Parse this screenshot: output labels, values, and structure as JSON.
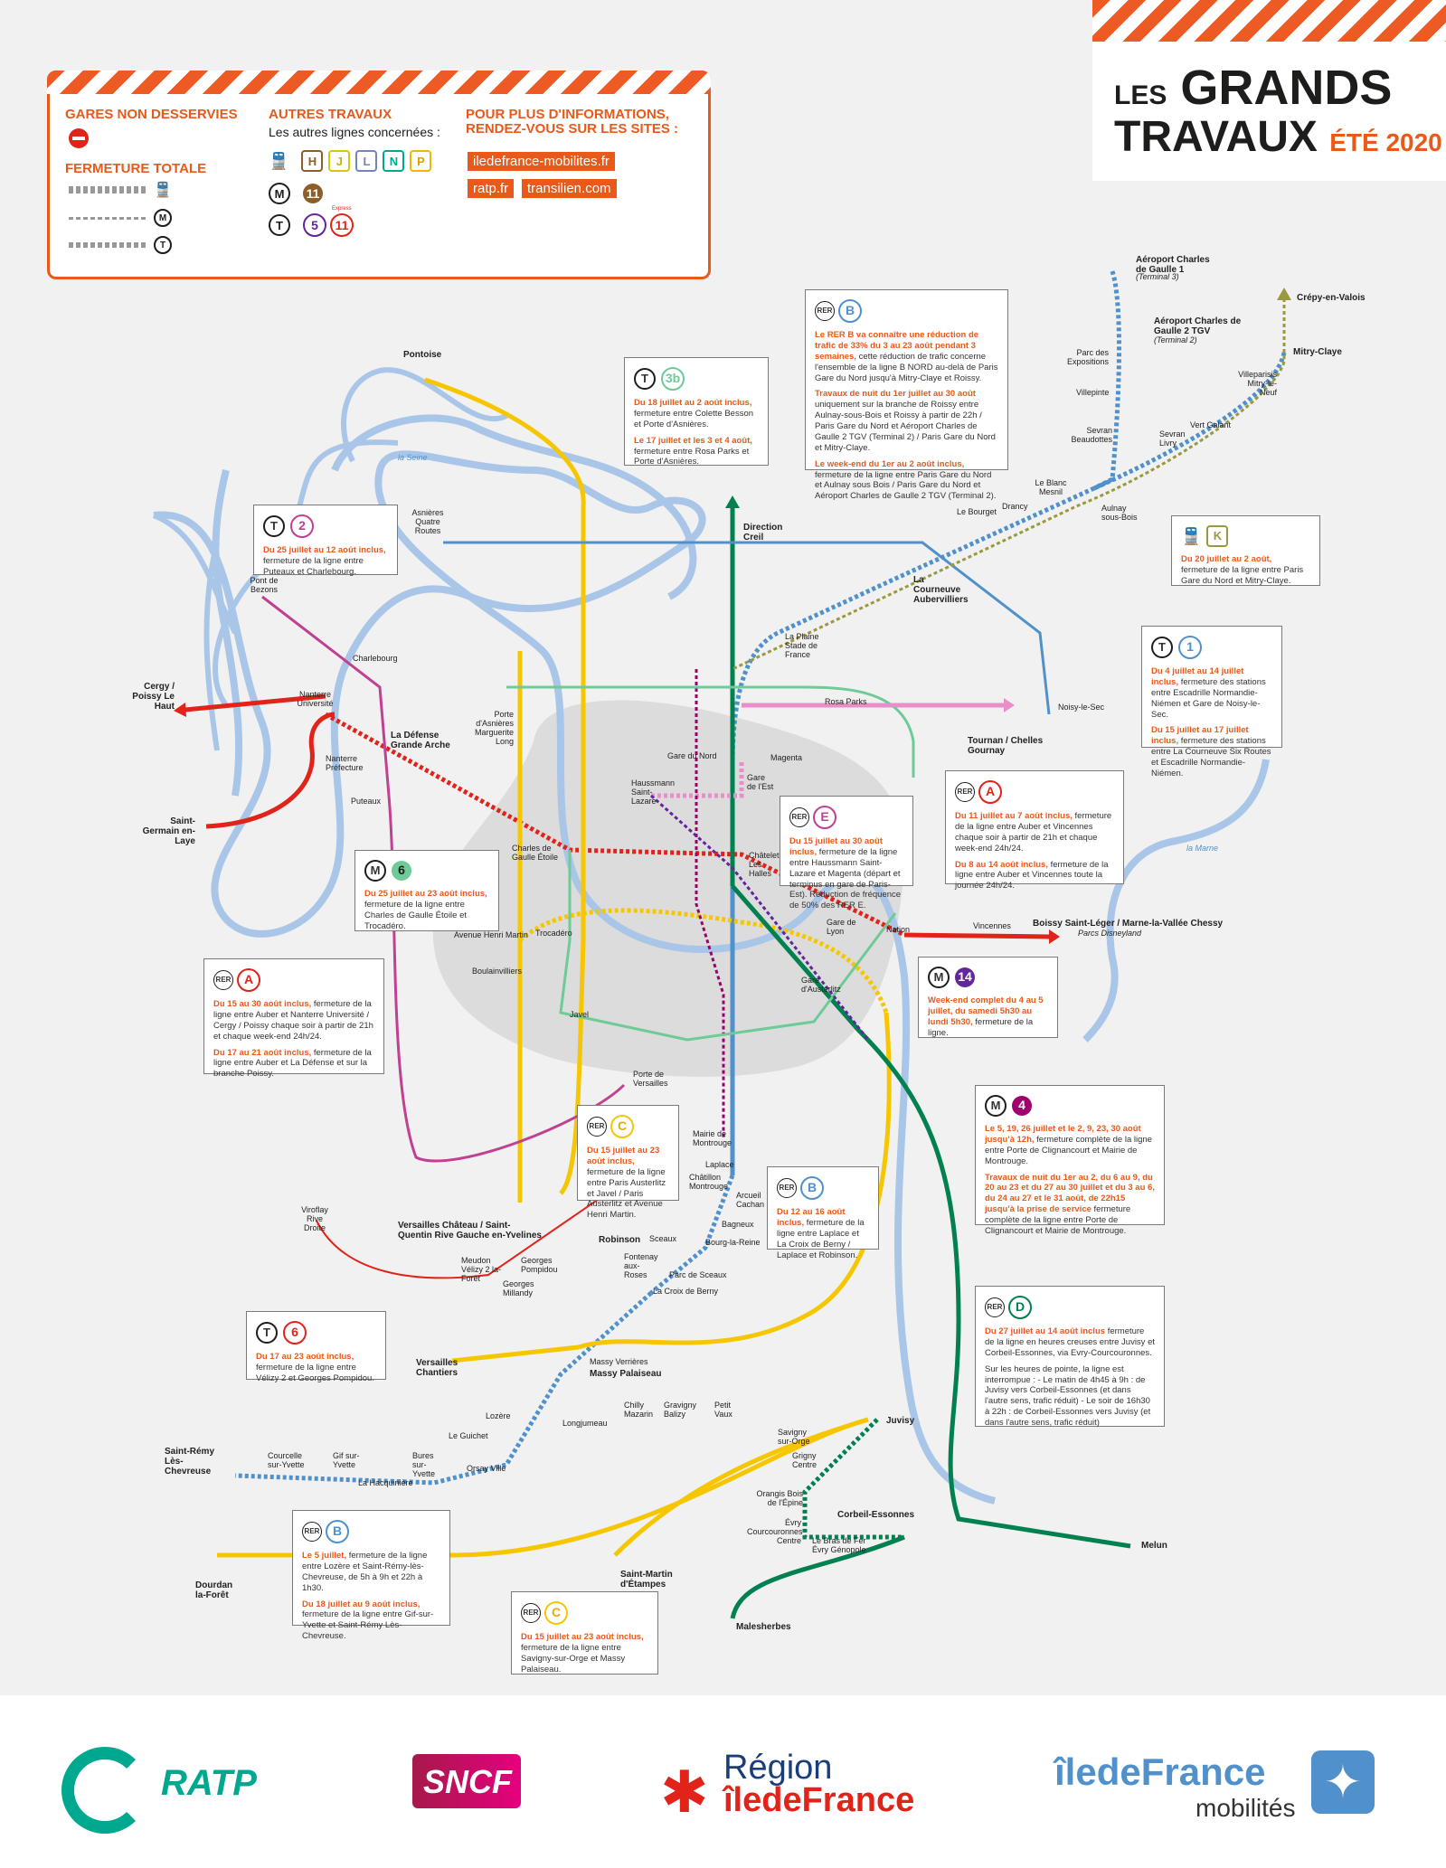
{
  "title": {
    "line1a": "LES",
    "line1b": "GRANDS",
    "line2a": "TRAVAUX",
    "line2b": "ÉTÉ 2020"
  },
  "legend": {
    "gares_non_desservies": "GARES NON DESSERVIES",
    "fermeture_totale": "FERMETURE TOTALE",
    "autres_travaux": "AUTRES TRAVAUX",
    "autres_lignes": "Les autres lignes concernées :",
    "train_lines": [
      "H",
      "J",
      "L",
      "N",
      "P"
    ],
    "metro_lines": [
      "11"
    ],
    "tram_lines": [
      "5",
      "11"
    ],
    "tram_express": "Express",
    "plus_info_1": "POUR PLUS D'INFORMATIONS,",
    "plus_info_2": "RENDEZ-VOUS SUR LES SITES :",
    "sites": [
      "iledefrance-mobilites.fr",
      "ratp.fr",
      "transilien.com"
    ],
    "m_label": "M",
    "t_label": "T"
  },
  "boxes": {
    "t3b": {
      "line": "3b",
      "p1o": "Du 18 juillet au 2 août inclus,",
      "p1": "fermeture entre Colette Besson et Porte d'Asnières.",
      "p2o": "Le 17 juillet et les 3 et 4 août,",
      "p2": "fermeture entre Rosa Parks et Porte d'Asnières."
    },
    "rerb_n": {
      "line": "B",
      "p1o": "Le RER B va connaître une réduction de trafic de 33% du 3 au 23 août pendant 3 semaines,",
      "p1": "cette réduction de trafic concerne l'ensemble de la ligne B NORD au-delà de Paris Gare du Nord jusqu'à Mitry-Claye et Roissy.",
      "p2o": "Travaux de nuit du 1er juillet au 30 août",
      "p2": "uniquement sur la branche de Roissy entre Aulnay-sous-Bois et Roissy à partir de 22h / Paris Gare du Nord et Aéroport Charles de Gaulle 2 TGV (Terminal 2) / Paris Gare du Nord et Mitry-Claye.",
      "p3o": "Le week-end du 1er au 2 août inclus,",
      "p3": "fermeture de la ligne entre Paris Gare du Nord et Aulnay sous Bois / Paris Gare du Nord et Aéroport Charles de Gaulle 2 TGV (Terminal 2)."
    },
    "t2": {
      "line": "2",
      "p1o": "Du 25 juillet au 12 août inclus,",
      "p1": "fermeture de la ligne entre Puteaux et Charlebourg."
    },
    "k": {
      "line": "K",
      "p1o": "Du 20 juillet au 2 août,",
      "p1": "fermeture de la ligne entre Paris Gare du Nord et Mitry-Claye."
    },
    "t1": {
      "line": "1",
      "p1o": "Du 4 juillet au 14 juillet inclus,",
      "p1": "fermeture des stations entre Escadrille Normandie-Niémen et Gare de Noisy-le-Sec.",
      "p2o": "Du 15 juillet au 17 juillet inclus,",
      "p2": "fermeture des stations entre La Courneuve Six Routes et Escadrille Normandie-Niémen."
    },
    "rera_e": {
      "line": "A",
      "p1o": "Du 11 juillet au 7 août inclus,",
      "p1": "fermeture de la ligne entre Auber et Vincennes chaque soir à partir de 21h et chaque week-end 24h/24.",
      "p2o": "Du 8 au 14 août inclus,",
      "p2": "fermeture de la ligne entre Auber et Vincennes toute la journée 24h/24."
    },
    "rere": {
      "line": "E",
      "p1o": "Du 15 juillet au 30 août inclus,",
      "p1": "fermeture de la ligne entre Haussmann Saint-Lazare et Magenta (départ et terminus en gare de Paris-Est). Réduction de fréquence de 50% des RER E."
    },
    "m6": {
      "line": "6",
      "p1o": "Du 25 juillet au 23 août inclus,",
      "p1": "fermeture de la ligne entre Charles de Gaulle Étoile et Trocadéro."
    },
    "rera_w": {
      "line": "A",
      "p1o": "Du 15 au 30 août inclus,",
      "p1": "fermeture de la ligne entre Auber et Nanterre Université / Cergy / Poissy chaque soir à partir de 21h et chaque week-end 24h/24.",
      "p2o": "Du 17 au 21 août inclus,",
      "p2": "fermeture de la ligne entre Auber et La Défense et sur la branche Poissy."
    },
    "m14": {
      "line": "14",
      "p1o": "Week-end complet du 4 au 5 juillet, du samedi 5h30 au lundi 5h30,",
      "p1": "fermeture de la ligne."
    },
    "m4": {
      "line": "4",
      "p1o": "Le 5, 19, 26 juillet et le 2, 9, 23, 30 août jusqu'à 12h,",
      "p1": "fermeture complète de la ligne entre Porte de Clignancourt et Mairie de Montrouge.",
      "p2o": "Travaux de nuit du 1er au 2, du 6 au 9, du 20 au 23 et du 27 au 30 juillet et du 3 au 6, du 24 au 27 et le 31 août, de 22h15 jusqu'à la prise de service",
      "p2": "fermeture complète de la ligne entre Porte de Clignancourt et Mairie de Montrouge."
    },
    "rerc_c": {
      "line": "C",
      "p1o": "Du 15 juillet au 23 août inclus,",
      "p1": "fermeture de la ligne entre Paris Austerlitz et Javel / Paris Austerlitz et Avenue Henri Martin."
    },
    "rerb_s": {
      "line": "B",
      "p1o": "Du 12 au 16 août inclus,",
      "p1": "fermeture de la ligne entre Laplace et La Croix de Berny / Laplace et Robinson."
    },
    "t6": {
      "line": "6",
      "p1o": "Du 17 au 23 août inclus,",
      "p1": "fermeture de la ligne entre Vélizy 2 et Georges Pompidou."
    },
    "rerd": {
      "line": "D",
      "p1o": "Du 27 juillet au 14 août inclus",
      "p1": "fermeture de la ligne en heures creuses entre Juvisy et Corbeil-Essonnes, via Evry-Courcouronnes.",
      "p2": "Sur les heures de pointe, la ligne est interrompue : - Le matin de 4h45 à 9h : de Juvisy vers Corbeil-Essonnes (et dans l'autre sens, trafic réduit) - Le soir de 16h30 à 22h : de Corbeil-Essonnes vers Juvisy (et dans l'autre sens, trafic réduit)"
    },
    "rerb_sw": {
      "line": "B",
      "p1o": "Le 5 juillet,",
      "p1": "fermeture de la ligne entre Lozère et Saint-Rémy-lès-Chevreuse, de 5h à 9h et 22h à 1h30.",
      "p2o": "Du 18 juillet au 9 août inclus,",
      "p2": "fermeture de la ligne entre Gif-sur-Yvette et Saint-Rémy Lès-Chevreuse."
    },
    "rerc_s": {
      "line": "C",
      "p1o": "Du 15 juillet au 23 août inclus,",
      "p1": "fermeture de la ligne entre Savigny-sur-Orge et Massy Palaiseau."
    }
  },
  "stations": {
    "pontoise": "Pontoise",
    "cergy": "Cergy / Poissy Le Haut",
    "sgl": "Saint-Germain en-Laye",
    "nanterre_u": "Nanterre Université",
    "nanterre_p": "Nanterre Préfecture",
    "defense": "La Défense Grande Arche",
    "puteaux": "Puteaux",
    "charlebourg": "Charlebourg",
    "pont_bezons": "Pont de Bezons",
    "asnieres": "Asnières Quatre Routes",
    "cdg1": "Aéroport Charles de Gaulle 1",
    "cdg1t": "(Terminal 3)",
    "cdg2": "Aéroport Charles de Gaulle 2 TGV",
    "cdg2t": "(Terminal 2)",
    "crepy": "Crépy-en-Valois",
    "mitry": "Mitry-Claye",
    "villeparisis": "Villeparisis Mitry-le-Neuf",
    "vertgalant": "Vert Galant",
    "sevranl": "Sevran Livry",
    "sevranb": "Sevran Beaudottes",
    "villepinte": "Villepinte",
    "parcexpo": "Parc des Expositions",
    "aulnay": "Aulnay sous-Bois",
    "blancmesnil": "Le Blanc Mesnil",
    "drancy": "Drancy",
    "bourget": "Le Bourget",
    "courneuve": "La Courneuve Aubervilliers",
    "plaine": "La Plaine Stade de France",
    "directioncreil": "Direction Creil",
    "tournan": "Tournan / Chelles Gournay",
    "noisy": "Noisy-le-Sec",
    "rosaparks": "Rosa Parks",
    "porteasnieres": "Porte d'Asnières Marguerite Long",
    "gdn": "Gare du Nord",
    "gde": "Gare de l'Est",
    "magenta": "Magenta",
    "hsl": "Haussmann Saint-Lazare",
    "cdge": "Charles de Gaulle Étoile",
    "chatelet": "Châtelet Les Halles",
    "gdl": "Gare de Lyon",
    "nation": "Nation",
    "vincennes": "Vincennes",
    "boissy": "Boissy Saint-Léger / Marne-la-Vallée Chessy",
    "parcs": "Parcs Disneyland",
    "austerlitz": "Gare d'Austerlitz",
    "javel": "Javel",
    "avhm": "Avenue Henri Martin",
    "trocadero": "Trocadéro",
    "boulainvilliers": "Boulainvilliers",
    "portevers": "Porte de Versailles",
    "mairiemont": "Mairie de Montrouge",
    "laplace": "Laplace",
    "chatillon": "Châtillon Montrouge",
    "arcueil": "Arcueil Cachan",
    "bagneux": "Bagneux",
    "bourglareine": "Bourg-la-Reine",
    "sceaux": "Sceaux",
    "robinson": "Robinson",
    "fontenay": "Fontenay aux-Roses",
    "parcsceaux": "Parc de Sceaux",
    "croixberny": "La Croix de Berny",
    "viroflay": "Viroflay Rive Droite",
    "versailles": "Versailles Château / Saint-Quentin Rive Gauche en-Yvelines",
    "meudon": "Meudon Vélizy 2 la-Forêt",
    "georges": "Georges Pompidou",
    "georgesm": "Georges Millandy",
    "massy": "Massy Verrières",
    "massyp": "Massy Palaiseau",
    "chantiers": "Versailles Chantiers",
    "lozere": "Lozère",
    "guichet": "Le Guichet",
    "orsay": "Orsay Ville",
    "bures": "Bures sur-Yvette",
    "gif": "Gif sur-Yvette",
    "courcelle": "Courcelle sur-Yvette",
    "hacquiniere": "La Hacquinière",
    "stremy": "Saint-Rémy Lès-Chevreuse",
    "longjumeau": "Longjumeau",
    "chilly": "Chilly Mazarin",
    "gravigny": "Gravigny Balizy",
    "petitvaux": "Petit Vaux",
    "savigny": "Savigny sur-Orge",
    "juvisy": "Juvisy",
    "grigny": "Grigny Centre",
    "orangis": "Orangis Bois de l'Épine",
    "evry": "Évry Courcouronnes Centre",
    "brastfer": "Le Bras de Fer Évry Génopole",
    "corbeil": "Corbeil-Essonnes",
    "melun": "Melun",
    "malesherbes": "Malesherbes",
    "dourdan": "Dourdan la-Forêt",
    "stmartin": "Saint-Martin d'Étampes",
    "seine": "la Seine",
    "marne": "la Marne"
  },
  "footer": {
    "ratp": "RATP",
    "sncf": "SNCF",
    "region1": "Région",
    "region2": "îledeFrance",
    "idf1": "îledeFrance",
    "idf2": "mobilités"
  },
  "colors": {
    "orange": "#e8591a",
    "rerA": "#e2231a",
    "rerB": "#5091cb",
    "rerC": "#f6c700",
    "rerD": "#00814f",
    "rerE": "#c04191",
    "m4": "#a0006e",
    "m6": "#6eca97",
    "m14": "#62259d",
    "t2": "#c04191",
    "k": "#9a9940",
    "seine": "#a9c6e8"
  }
}
